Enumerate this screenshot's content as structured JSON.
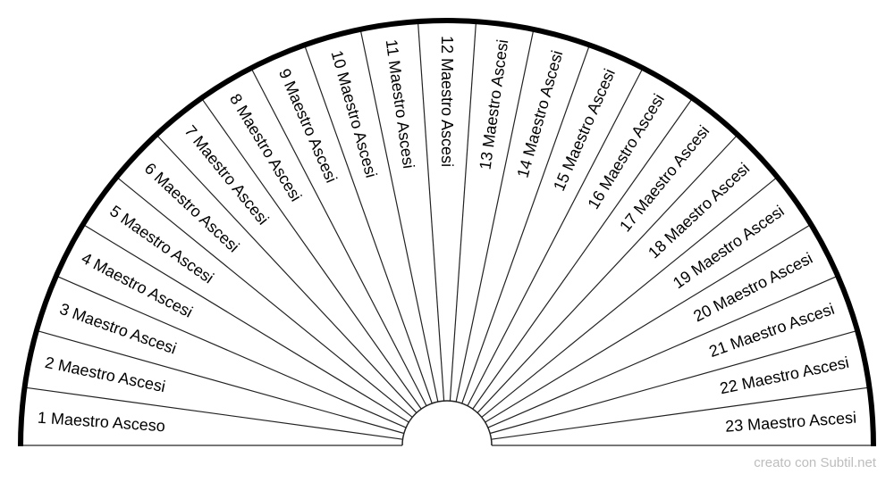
{
  "sectors": [
    "1 Maestro Asceso",
    "2 Maestro Ascesi",
    "3 Maestro Ascesi",
    "4 Maestro Ascesi",
    "5 Maestro Ascesi",
    "6 Maestro Ascesi",
    "7 Maestro Ascesi",
    "8 Maestro Ascesi",
    "9 Maestro Ascesi",
    "10 Maestro Ascesi",
    "11 Maestro Ascesi",
    "12 Maestro Ascesi",
    "13 Maestro Ascesi",
    "14 Maestro Ascesi",
    "15 Maestro Ascesi",
    "16 Maestro Ascesi",
    "17 Maestro Ascesi",
    "18 Maestro Ascesi",
    "19 Maestro Ascesi",
    "20 Maestro Ascesi",
    "21 Maestro Ascesi",
    "22 Maestro Ascesi",
    "23 Maestro Ascesi"
  ],
  "watermark": "creato con Subtil.net"
}
